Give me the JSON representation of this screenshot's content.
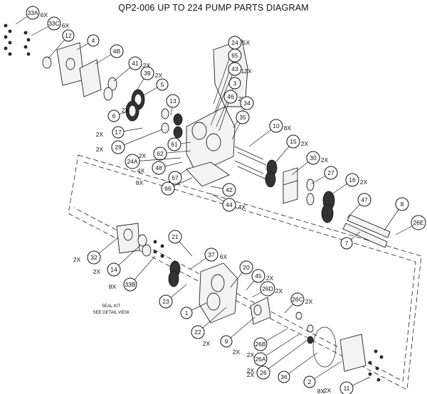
{
  "title": "QP2-006 UP TO 224 PUMP PARTS DIAGRAM",
  "note": [
    "SEAL KIT",
    "SEE DETAIL VIEW"
  ],
  "callouts": [
    {
      "label": "33A",
      "qty": "6X"
    },
    {
      "label": "33C",
      "qty": "6X"
    },
    {
      "label": "12",
      "qty": ""
    },
    {
      "label": "4",
      "qty": ""
    },
    {
      "label": "4B",
      "qty": ""
    },
    {
      "label": "41",
      "qty": "2X"
    },
    {
      "label": "39",
      "qty": "2X"
    },
    {
      "label": "5",
      "qty": ""
    },
    {
      "label": "6",
      "qty": "2X"
    },
    {
      "label": "17",
      "qty": "2X"
    },
    {
      "label": "29",
      "qty": "2X"
    },
    {
      "label": "13",
      "qty": ""
    },
    {
      "label": "24",
      "qty": "5X"
    },
    {
      "label": "65",
      "qty": ""
    },
    {
      "label": "43",
      "qty": "12X"
    },
    {
      "label": "3",
      "qty": ""
    },
    {
      "label": "46",
      "qty": "2X"
    },
    {
      "label": "34",
      "qty": ""
    },
    {
      "label": "35",
      "qty": ""
    },
    {
      "label": "10",
      "qty": "8X"
    },
    {
      "label": "61",
      "qty": ""
    },
    {
      "label": "62",
      "qty": "2X"
    },
    {
      "label": "24A",
      "qty": "4X"
    },
    {
      "label": "48",
      "qty": ""
    },
    {
      "label": "67",
      "qty": "8X"
    },
    {
      "label": "66",
      "qty": ""
    },
    {
      "label": "42",
      "qty": ""
    },
    {
      "label": "44",
      "qty": "4X"
    },
    {
      "label": "15",
      "qty": "2X"
    },
    {
      "label": "30",
      "qty": "2X"
    },
    {
      "label": "27",
      "qty": ""
    },
    {
      "label": "16",
      "qty": "2X"
    },
    {
      "label": "47",
      "qty": ""
    },
    {
      "label": "8",
      "qty": ""
    },
    {
      "label": "26E",
      "qty": ""
    },
    {
      "label": "7",
      "qty": ""
    },
    {
      "label": "32",
      "qty": "2X"
    },
    {
      "label": "14",
      "qty": "2X"
    },
    {
      "label": "33B",
      "qty": "8X"
    },
    {
      "label": "21",
      "qty": ""
    },
    {
      "label": "37",
      "qty": "6X"
    },
    {
      "label": "23",
      "qty": ""
    },
    {
      "label": "1",
      "qty": ""
    },
    {
      "label": "20",
      "qty": ""
    },
    {
      "label": "45",
      "qty": "2X"
    },
    {
      "label": "26D",
      "qty": "2X"
    },
    {
      "label": "26C",
      "qty": "2X"
    },
    {
      "label": "22",
      "qty": "2X"
    },
    {
      "label": "9",
      "qty": "2X"
    },
    {
      "label": "26B",
      "qty": "2X"
    },
    {
      "label": "26A",
      "qty": "2X"
    },
    {
      "label": "26",
      "qty": "2X"
    },
    {
      "label": "36",
      "qty": ""
    },
    {
      "label": "2",
      "qty": "8X"
    },
    {
      "label": "11",
      "qty": "2X"
    }
  ]
}
